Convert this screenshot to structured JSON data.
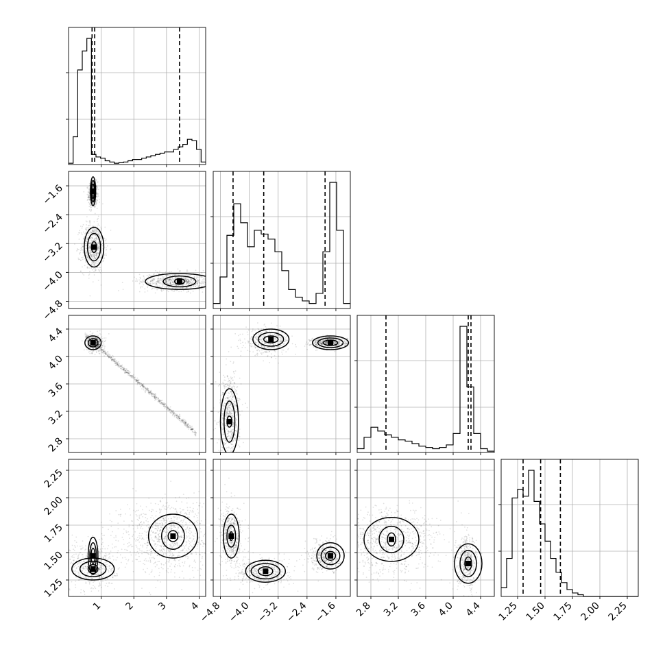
{
  "chart_data": {
    "type": "corner",
    "title": "",
    "params": [
      {
        "ticks": [
          1,
          2,
          3,
          4
        ],
        "tick_labels": [
          "1",
          "2",
          "3",
          "4"
        ],
        "range": [
          0.0,
          4.2
        ],
        "quantiles": [
          0.72,
          0.8,
          3.4
        ],
        "hist_edges_start": 0.0,
        "hist_bin_width": 0.14,
        "hist_counts": [
          0.01,
          0.22,
          0.75,
          0.9,
          1.0,
          0.08,
          0.06,
          0.05,
          0.03,
          0.02,
          0.01,
          0.015,
          0.02,
          0.03,
          0.04,
          0.04,
          0.05,
          0.06,
          0.07,
          0.08,
          0.09,
          0.1,
          0.1,
          0.12,
          0.14,
          0.16,
          0.2,
          0.19,
          0.12,
          0.02
        ]
      },
      {
        "ticks": [
          -4.8,
          -4.0,
          -3.2,
          -2.4,
          -1.6
        ],
        "tick_labels": [
          "−4.8",
          "−4.0",
          "−3.2",
          "−2.4",
          "−1.6"
        ],
        "range": [
          -5.0,
          -1.2
        ],
        "quantiles": [
          -4.45,
          -3.6,
          -1.9
        ],
        "hist_edges_start": -5.0,
        "hist_bin_width": 0.19,
        "hist_counts": [
          0.04,
          0.25,
          0.58,
          0.83,
          0.68,
          0.49,
          0.62,
          0.59,
          0.55,
          0.45,
          0.3,
          0.15,
          0.09,
          0.06,
          0.04,
          0.12,
          0.45,
          1.0,
          0.62,
          0.04
        ]
      },
      {
        "ticks": [
          2.8,
          3.2,
          3.6,
          4.0,
          4.4
        ],
        "tick_labels": [
          "2.8",
          "3.2",
          "3.6",
          "4.0",
          "4.4"
        ],
        "range": [
          2.6,
          4.6
        ],
        "quantiles": [
          3.02,
          4.22,
          4.26
        ],
        "hist_edges_start": 2.6,
        "hist_bin_width": 0.1,
        "hist_counts": [
          0.03,
          0.12,
          0.2,
          0.17,
          0.14,
          0.12,
          0.1,
          0.09,
          0.07,
          0.05,
          0.04,
          0.03,
          0.04,
          0.06,
          0.15,
          1.0,
          0.52,
          0.15,
          0.03,
          0.01
        ]
      },
      {
        "ticks": [
          1.25,
          1.5,
          1.75,
          2.0,
          2.25
        ],
        "tick_labels": [
          "1.25",
          "1.50",
          "1.75",
          "2.00",
          "2.25"
        ],
        "range": [
          1.1,
          2.35
        ],
        "quantiles": [
          1.3,
          1.46,
          1.64
        ],
        "hist_edges_start": 1.1,
        "hist_bin_width": 0.05,
        "hist_counts": [
          0.05,
          0.22,
          0.57,
          0.62,
          0.58,
          0.73,
          0.55,
          0.42,
          0.32,
          0.22,
          0.14,
          0.08,
          0.04,
          0.02,
          0.01,
          0.0,
          0.0,
          0.0,
          0.0,
          0.0,
          0.0,
          0.0,
          0.0,
          0.0,
          0.0
        ]
      }
    ],
    "scatter_clusters": [
      {
        "row": 1,
        "col": 0,
        "modes": [
          {
            "cx": 0.75,
            "cy": -1.85,
            "sx": 0.07,
            "sy": 0.18,
            "n": 500
          },
          {
            "cx": 0.75,
            "cy": -3.3,
            "sx": 0.18,
            "sy": 0.35,
            "n": 650
          },
          {
            "cx": 3.3,
            "cy": -4.25,
            "sx": 0.55,
            "sy": 0.12,
            "n": 700
          }
        ]
      },
      {
        "row": 2,
        "col": 0,
        "modes": [
          {
            "cx": 0.8,
            "cy": 4.2,
            "sx": 0.12,
            "sy": 0.06,
            "n": 500
          },
          {
            "cx": 2.2,
            "cy": 3.6,
            "sx": 0.95,
            "sy": 0.02,
            "n": 800,
            "slope": -0.42
          }
        ]
      },
      {
        "row": 2,
        "col": 1,
        "modes": [
          {
            "cx": -3.5,
            "cy": 4.22,
            "sx": 0.3,
            "sy": 0.09,
            "n": 450
          },
          {
            "cx": -1.8,
            "cy": 4.2,
            "sx": 0.25,
            "sy": 0.04,
            "n": 500
          },
          {
            "cx": -4.55,
            "cy": 3.15,
            "sx": 0.15,
            "sy": 0.3,
            "n": 600
          }
        ]
      },
      {
        "row": 3,
        "col": 0,
        "modes": [
          {
            "cx": 0.75,
            "cy": 1.38,
            "sx": 0.35,
            "sy": 0.12,
            "n": 550
          },
          {
            "cx": 3.0,
            "cy": 1.65,
            "sx": 0.7,
            "sy": 0.17,
            "n": 900
          }
        ]
      },
      {
        "row": 3,
        "col": 1,
        "modes": [
          {
            "cx": -4.5,
            "cy": 1.65,
            "sx": 0.15,
            "sy": 0.14,
            "n": 500
          },
          {
            "cx": -3.6,
            "cy": 1.32,
            "sx": 0.35,
            "sy": 0.06,
            "n": 450
          },
          {
            "cx": -1.9,
            "cy": 1.47,
            "sx": 0.2,
            "sy": 0.07,
            "n": 450
          }
        ]
      },
      {
        "row": 3,
        "col": 2,
        "modes": [
          {
            "cx": 3.1,
            "cy": 1.6,
            "sx": 0.35,
            "sy": 0.15,
            "n": 800
          },
          {
            "cx": 4.2,
            "cy": 1.4,
            "sx": 0.07,
            "sy": 0.12,
            "n": 450
          }
        ]
      }
    ],
    "contours": [
      {
        "row": 1,
        "col": 0,
        "shapes": [
          {
            "cx": 0.75,
            "cy": -1.75,
            "rx": [
              0.08,
              0.06,
              0.04
            ],
            "ry": [
              0.4,
              0.3,
              0.2
            ]
          },
          {
            "cx": 0.78,
            "cy": -3.3,
            "rx": [
              0.3,
              0.2,
              0.08
            ],
            "ry": [
              0.55,
              0.38,
              0.15
            ]
          },
          {
            "cx": 3.4,
            "cy": -4.25,
            "rx": [
              1.05,
              0.5,
              0.15
            ],
            "ry": [
              0.22,
              0.15,
              0.08
            ]
          }
        ]
      },
      {
        "row": 2,
        "col": 0,
        "shapes": [
          {
            "cx": 0.75,
            "cy": 4.2,
            "rx": [
              0.25,
              0.15,
              0.06
            ],
            "ry": [
              0.1,
              0.06,
              0.03
            ]
          }
        ]
      },
      {
        "row": 2,
        "col": 1,
        "shapes": [
          {
            "cx": -3.4,
            "cy": 4.25,
            "rx": [
              0.5,
              0.35,
              0.2
            ],
            "ry": [
              0.15,
              0.1,
              0.05
            ]
          },
          {
            "cx": -1.75,
            "cy": 4.2,
            "rx": [
              0.5,
              0.35,
              0.2
            ],
            "ry": [
              0.1,
              0.07,
              0.04
            ]
          },
          {
            "cx": -4.55,
            "cy": 3.05,
            "rx": [
              0.25,
              0.15,
              0.07
            ],
            "ry": [
              0.48,
              0.3,
              0.08
            ]
          }
        ]
      },
      {
        "row": 3,
        "col": 0,
        "shapes": [
          {
            "cx": 0.75,
            "cy": 1.35,
            "rx": [
              0.65,
              0.4,
              0.15
            ],
            "ry": [
              0.1,
              0.07,
              0.04
            ]
          },
          {
            "cx": 0.75,
            "cy": 1.47,
            "rx": [
              0.15,
              0.1,
              0.06
            ],
            "ry": [
              0.17,
              0.12,
              0.07
            ]
          },
          {
            "cx": 3.2,
            "cy": 1.65,
            "rx": [
              0.75,
              0.35,
              0.15
            ],
            "ry": [
              0.2,
              0.12,
              0.05
            ]
          }
        ]
      },
      {
        "row": 3,
        "col": 1,
        "shapes": [
          {
            "cx": -4.5,
            "cy": 1.65,
            "rx": [
              0.22,
              0.12,
              0.04
            ],
            "ry": [
              0.2,
              0.1,
              0.04
            ]
          },
          {
            "cx": -3.55,
            "cy": 1.33,
            "rx": [
              0.55,
              0.4,
              0.2
            ],
            "ry": [
              0.1,
              0.07,
              0.04
            ]
          },
          {
            "cx": -1.75,
            "cy": 1.47,
            "rx": [
              0.38,
              0.26,
              0.14
            ],
            "ry": [
              0.12,
              0.08,
              0.04
            ]
          }
        ]
      },
      {
        "row": 3,
        "col": 2,
        "shapes": [
          {
            "cx": 3.1,
            "cy": 1.62,
            "rx": [
              0.4,
              0.18,
              0.06
            ],
            "ry": [
              0.2,
              0.12,
              0.06
            ]
          },
          {
            "cx": 4.22,
            "cy": 1.4,
            "rx": [
              0.2,
              0.12,
              0.05
            ],
            "ry": [
              0.18,
              0.12,
              0.06
            ]
          }
        ]
      }
    ],
    "grid": true
  }
}
